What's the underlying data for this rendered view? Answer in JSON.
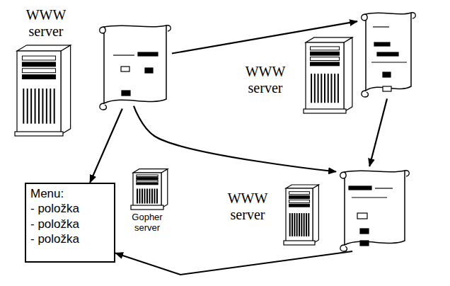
{
  "diagram": {
    "nodes": [
      {
        "text": [
          "WWW server"
        ]
      },
      {
        "text": [
          "WWW server"
        ]
      },
      {
        "text": [
          "WWW server"
        ]
      },
      {
        "text": [
          "Menu:",
          "- položka",
          "- položka",
          "- položka"
        ]
      }
    ],
    "edges": [
      {
        "from": 0,
        "to": 1,
        "arrow": "to"
      },
      {
        "from": 1,
        "to": 2,
        "arrow": "to"
      },
      {
        "from": 0,
        "to": 2,
        "arrow": "to"
      },
      {
        "from": 0,
        "to": 3,
        "arrow": "to"
      },
      {
        "from": 2,
        "to": 3,
        "arrow": "to"
      }
    ],
    "labels": [
      "Gopher server"
    ]
  }
}
